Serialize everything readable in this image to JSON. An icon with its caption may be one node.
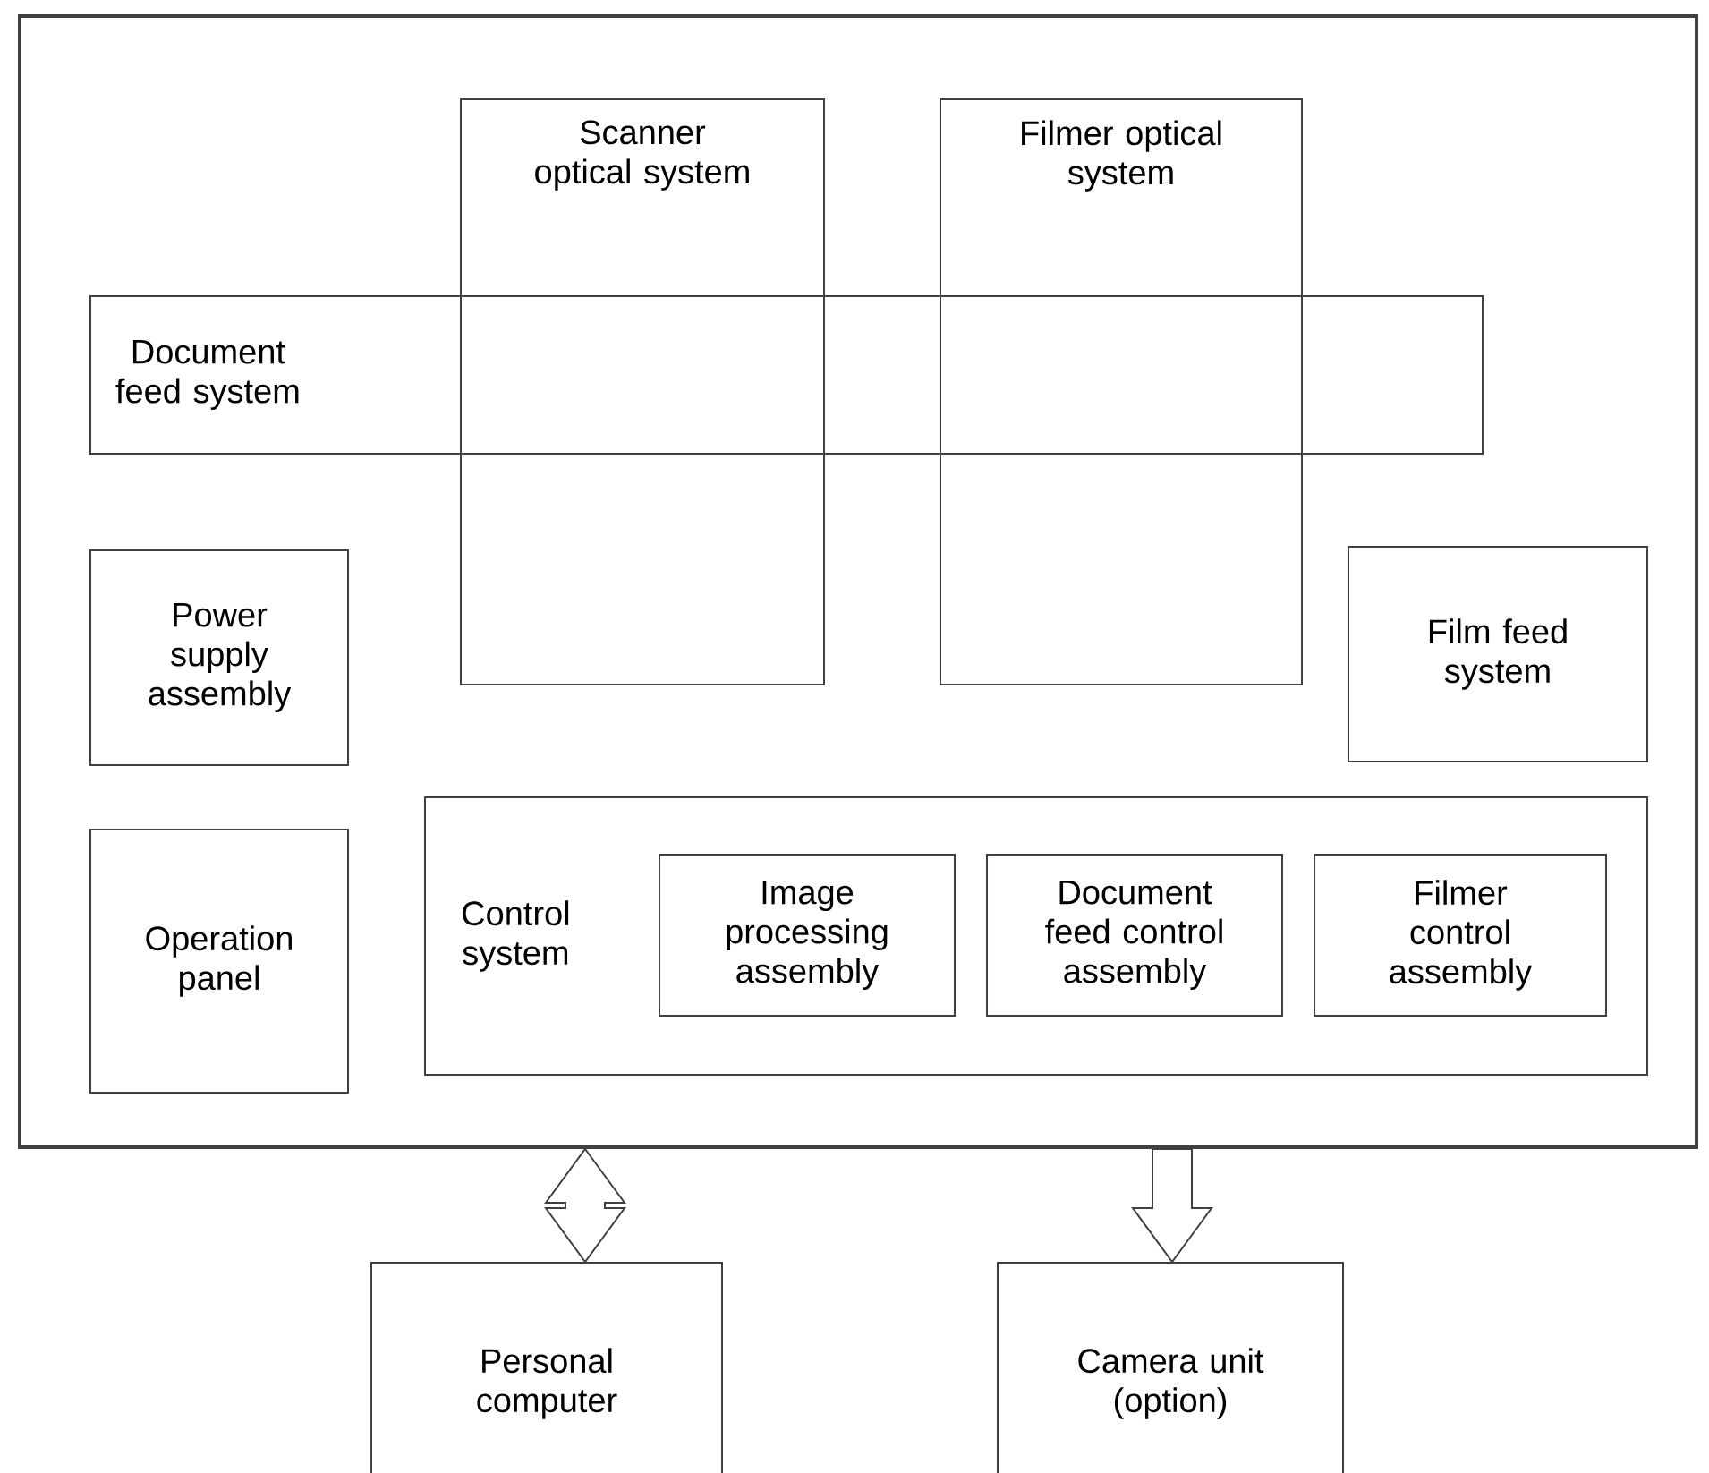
{
  "diagram": {
    "nodes": [
      {
        "text": [],
        "shape": "box"
      },
      {
        "text": [
          "Scanner optical system"
        ],
        "in": 0
      },
      {
        "text": [
          "Filmer optical system"
        ],
        "in": 0
      },
      {
        "text": [
          "Document feed system"
        ],
        "in": 0
      },
      {
        "text": [
          "Power supply assembly"
        ],
        "in": 0
      },
      {
        "text": [
          "Film feed system"
        ],
        "in": 0
      },
      {
        "text": [
          "Operation panel"
        ],
        "in": 0
      },
      {
        "text": [
          "Control system"
        ],
        "in": 0
      },
      {
        "text": [
          "Image processing assembly"
        ],
        "in": 7
      },
      {
        "text": [
          "Document feed control assembly"
        ],
        "in": 7
      },
      {
        "text": [
          "Filmer control assembly"
        ],
        "in": 7
      },
      {
        "text": [
          "Personal computer"
        ]
      },
      {
        "text": [
          "Camera unit (option)"
        ]
      }
    ],
    "edges": [
      {
        "from": 0,
        "to": 11,
        "arrow": "both"
      },
      {
        "from": 0,
        "to": 12,
        "arrow": "to"
      }
    ]
  }
}
